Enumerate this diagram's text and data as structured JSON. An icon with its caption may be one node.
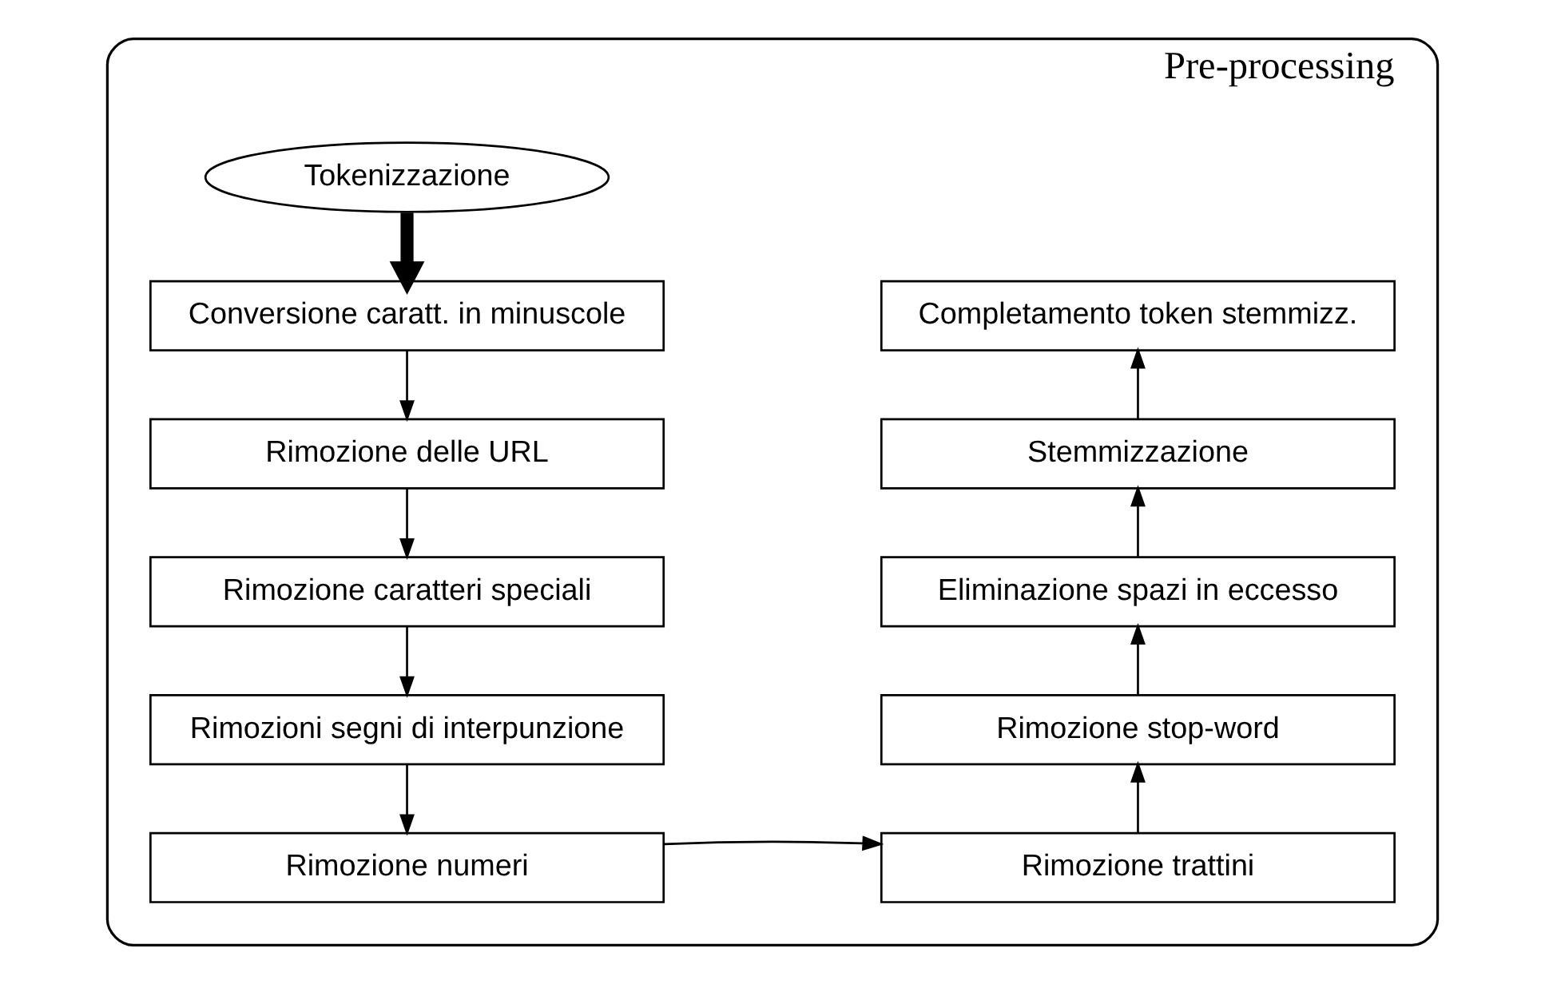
{
  "diagram": {
    "nodes": [
      {
        "text": [
          "Pre-processing"
        ]
      },
      {
        "text": [
          "Tokenizzazione"
        ],
        "in": 0
      },
      {
        "text": [
          "Conversione caratt. in minuscole"
        ],
        "in": 0
      },
      {
        "text": [
          "Rimozione delle URL"
        ],
        "in": 0
      },
      {
        "text": [
          "Rimozione caratteri speciali"
        ],
        "in": 0
      },
      {
        "text": [
          "Rimozioni segni di interpunzione"
        ],
        "in": 0
      },
      {
        "text": [
          "Rimozione numeri"
        ],
        "in": 0
      },
      {
        "text": [
          "Rimozione trattini"
        ],
        "in": 0
      },
      {
        "text": [
          "Rimozione stop-word"
        ],
        "in": 0
      },
      {
        "text": [
          "Eliminazione spazi in eccesso"
        ],
        "in": 0
      },
      {
        "text": [
          "Stemmizzazione"
        ],
        "in": 0
      },
      {
        "text": [
          "Completamento token stemmizz."
        ],
        "in": 0
      }
    ],
    "edges": [
      {
        "from": 1,
        "to": 2,
        "arrow": "to",
        "style": "thick"
      },
      {
        "from": 2,
        "to": 3,
        "arrow": "to"
      },
      {
        "from": 3,
        "to": 4,
        "arrow": "to"
      },
      {
        "from": 4,
        "to": 5,
        "arrow": "to"
      },
      {
        "from": 5,
        "to": 6,
        "arrow": "to"
      },
      {
        "from": 6,
        "to": 7,
        "arrow": "to"
      },
      {
        "from": 7,
        "to": 8,
        "arrow": "to"
      },
      {
        "from": 8,
        "to": 9,
        "arrow": "to"
      },
      {
        "from": 9,
        "to": 10,
        "arrow": "to"
      },
      {
        "from": 10,
        "to": 11,
        "arrow": "to"
      }
    ]
  }
}
